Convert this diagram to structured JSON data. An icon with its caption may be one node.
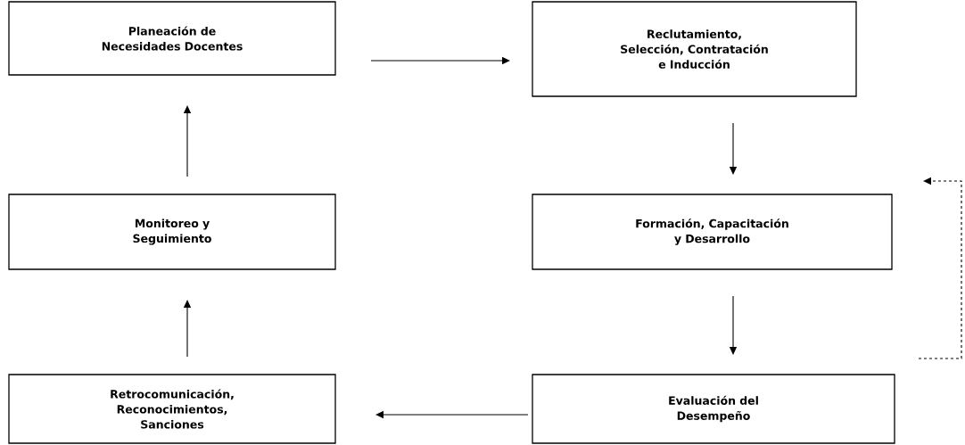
{
  "diagram": {
    "nodes": [
      {
        "text": [
          "Planeación de Necesidades Docentes"
        ]
      },
      {
        "text": [
          "Reclutamiento, Selección, Contratación e Inducción"
        ]
      },
      {
        "text": [
          "Monitoreo y Seguimiento"
        ]
      },
      {
        "text": [
          "Formación, Capacitación y Desarrollo"
        ]
      },
      {
        "text": [
          "Retrocomunicación, Reconocimientos, Sanciones"
        ]
      },
      {
        "text": [
          "Evaluación del Desempeño"
        ]
      }
    ],
    "edges": [
      {
        "from": 0,
        "to": 1,
        "arrow": "to"
      },
      {
        "from": 1,
        "to": 3,
        "arrow": "to"
      },
      {
        "from": 3,
        "to": 5,
        "arrow": "to"
      },
      {
        "from": 5,
        "to": 4,
        "arrow": "to"
      },
      {
        "from": 4,
        "to": 2,
        "arrow": "to"
      },
      {
        "from": 2,
        "to": 0,
        "arrow": "to"
      }
    ]
  }
}
